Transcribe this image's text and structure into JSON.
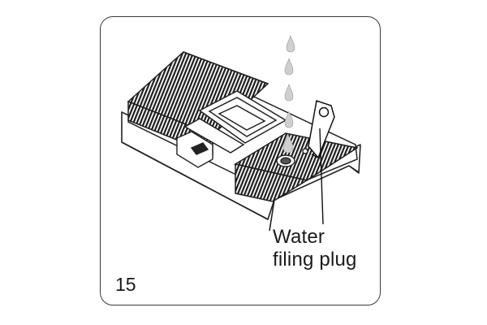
{
  "figure": {
    "step_number": "15",
    "callout": {
      "line1": "Water",
      "line2": "filing plug"
    }
  }
}
